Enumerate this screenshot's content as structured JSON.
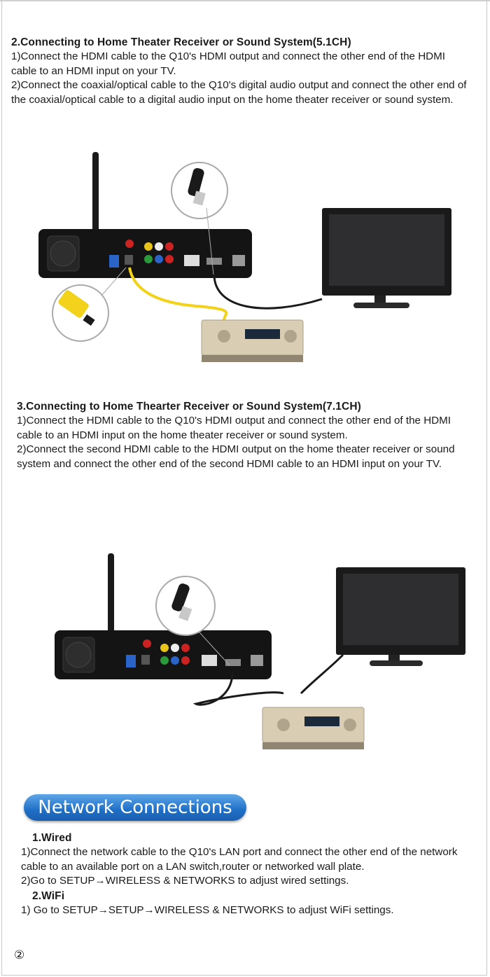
{
  "section_51": {
    "title": "2.Connecting to Home Theater Receiver or Sound System(5.1CH)",
    "step1": " 1)Connect the HDMI cable to the Q10's HDMI output and connect the other end of the HDMI cable to an HDMI input on your TV.",
    "step2": " 2)Connect the coaxial/optical cable to the Q10's digital audio output and connect the other end of the coaxial/optical cable to a digital audio input on the home theater receiver or sound system."
  },
  "section_71": {
    "title": "3.Connecting to Home Thearter Receiver or Sound System(7.1CH)",
    "step1": " 1)Connect the HDMI cable to the Q10's HDMI output and connect the other end of the HDMI cable to an HDMI input on the home theater receiver or sound system.",
    "step2": " 2)Connect the second HDMI cable to the HDMI output on the home theater receiver or sound system and connect the other end of the second HDMI cable to an HDMI input on your TV."
  },
  "network": {
    "banner": "Network Connections",
    "wired_title": "1.Wired",
    "wired_step1": " 1)Connect the network cable to the Q10's LAN port and connect the other end of the network cable to an available port on a LAN switch,router or networked wall plate.",
    "wired_step2": " 2)Go to SETUP→WIRELESS & NETWORKS to adjust wired settings.",
    "wifi_title": "2.WiFi",
    "wifi_step1": " 1) Go to SETUP→SETUP→WIRELESS & NETWORKS to adjust WiFi settings."
  },
  "page_number": "②",
  "colors": {
    "banner_blue": "#1f6fc7",
    "optical_yellow": "#f2d21b",
    "device_black": "#141414",
    "receiver_gold": "#d9cdb3"
  }
}
